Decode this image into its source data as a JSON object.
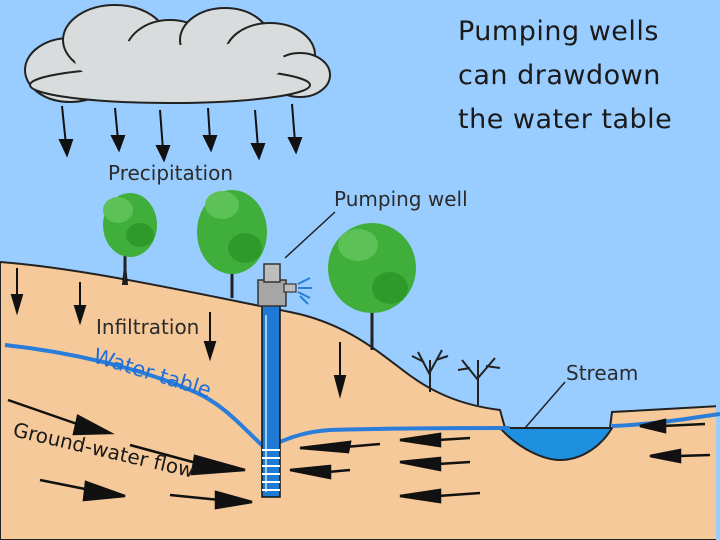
{
  "title": {
    "line1": "Pumping wells",
    "line2": "can drawdown",
    "line3": "the water table"
  },
  "labels": {
    "precipitation": "Precipitation",
    "pumping_well": "Pumping well",
    "infiltration": "Infiltration",
    "stream": "Stream",
    "water_table": "Water table",
    "groundwater_flow": "Ground-water flow"
  },
  "colors": {
    "sky": "#99ccff",
    "ground": "#f5c999",
    "water": "#1f8fe0",
    "water_line": "#2a7dd8",
    "tree_green": "#3fae3a",
    "cloud": "#d9dcdc"
  }
}
